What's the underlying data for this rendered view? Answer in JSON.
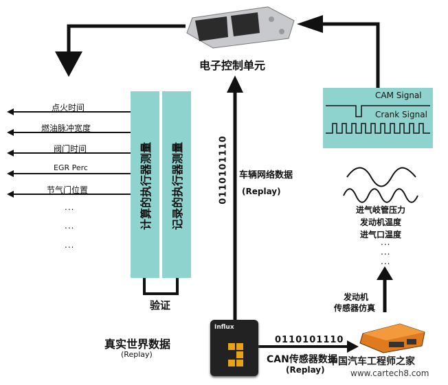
{
  "ecu": {
    "label": "电子控制单元"
  },
  "outputs": {
    "items": [
      "点火时间",
      "燃油脉冲宽度",
      "阀门时间",
      "EGR Perc",
      "节气门位置"
    ],
    "more": [
      "...",
      "...",
      "..."
    ]
  },
  "bars": {
    "calculated": "计算的执行器测量",
    "recorded": "记录的执行器测量",
    "validation": "验证"
  },
  "network": {
    "binary": "0110101110",
    "label": "车辆网络数据",
    "replay": "(Replay)"
  },
  "signals": {
    "cam": "CAM Signal",
    "crank": "Crank Signal",
    "list": [
      "进气岐管压力",
      "发动机温度",
      "进气口温度"
    ],
    "more": [
      "...",
      "...",
      "..."
    ]
  },
  "sim": {
    "line1": "发动机",
    "line2": "传感器仿真"
  },
  "real_world": {
    "label": "真实世界数据",
    "replay": "(Replay)"
  },
  "can": {
    "binary": "0110101110",
    "label": "CAN传感器数据",
    "replay": "(Replay)"
  },
  "device": {
    "brand": "Influx"
  },
  "watermark": {
    "line1": "中国汽车工程师之家",
    "line2": "www.cartech8.com"
  },
  "colors": {
    "teal": "#8fd3cf",
    "dark": "#111111",
    "device_orange": "#e07a1f"
  }
}
